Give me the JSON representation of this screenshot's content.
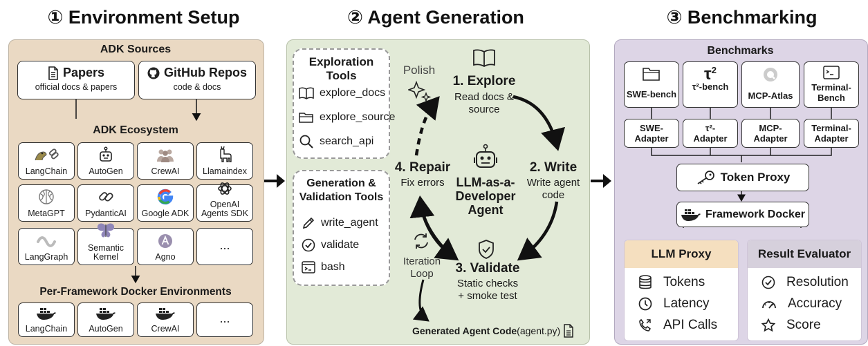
{
  "titles": {
    "env": "① Environment Setup",
    "gen": "② Agent Generation",
    "bench": "③ Benchmarking"
  },
  "env": {
    "sources_heading": "ADK Sources",
    "papers": {
      "title": "Papers",
      "sub": "official docs & papers"
    },
    "github": {
      "title": "GitHub Repos",
      "sub": "code & docs"
    },
    "ecosystem_heading": "ADK Ecosystem",
    "frameworks": [
      {
        "label": "LangChain",
        "icon": "parrot-link-icon"
      },
      {
        "label": "AutoGen",
        "icon": "robot-icon"
      },
      {
        "label": "CrewAI",
        "icon": "people-icon"
      },
      {
        "label": "Llamaindex",
        "icon": "llama-icon"
      },
      {
        "label": "MetaGPT",
        "icon": "brain-icon"
      },
      {
        "label": "PydanticAI",
        "icon": "chain-link-icon"
      },
      {
        "label": "Google ADK",
        "icon": "google-g-icon"
      },
      {
        "label": "OpenAI\nAgents SDK",
        "icon": "openai-knot-icon"
      },
      {
        "label": "LangGraph",
        "icon": "graph-loop-icon"
      },
      {
        "label": "Semantic\nKernel",
        "icon": "butterfly-icon"
      },
      {
        "label": "Agno",
        "icon": "agno-a-icon"
      },
      {
        "label": "...",
        "icon": ""
      }
    ],
    "docker_heading": "Per-Framework Docker Environments",
    "dockers": [
      "LangChain",
      "AutoGen",
      "CrewAI",
      "..."
    ]
  },
  "gen": {
    "exploration_title": "Exploration\nTools",
    "exploration_tools": [
      "explore_docs",
      "explore_source",
      "search_api"
    ],
    "genval_title": "Generation &\nValidation Tools",
    "genval_tools": [
      "write_agent",
      "validate",
      "bash"
    ],
    "polish": "Polish",
    "explore": {
      "title": "1. Explore",
      "sub": "Read docs &\nsource"
    },
    "write": {
      "title": "2. Write",
      "sub": "Write agent\ncode"
    },
    "validate": {
      "title": "3. Validate",
      "sub": "Static checks\n+ smoke test"
    },
    "repair": {
      "title": "4. Repair",
      "sub": "Fix errors"
    },
    "center": "LLM-as-a-\nDeveloper\nAgent",
    "iteration": "Iteration\nLoop",
    "output_bold": "Generated Agent Code",
    "output_file": " (agent.py)"
  },
  "bench": {
    "heading": "Benchmarks",
    "benchmarks": [
      "SWE-bench",
      "τ²-bench",
      "MCP-Atlas",
      "Terminal-\nBench"
    ],
    "tau_symbol": "τ",
    "tau_sup": "2",
    "adapters": [
      "SWE-\nAdapter",
      "τ²-\nAdapter",
      "MCP-\nAdapter",
      "Terminal-\nAdapter"
    ],
    "token_proxy": "Token Proxy",
    "framework_docker": "Framework Docker",
    "llm_proxy": {
      "title": "LLM Proxy",
      "items": [
        "Tokens",
        "Latency",
        "API Calls"
      ]
    },
    "evaluator": {
      "title": "Result Evaluator",
      "items": [
        "Resolution",
        "Accuracy",
        "Score"
      ]
    }
  },
  "colors": {
    "env_panel": "#ead9c3",
    "gen_panel": "#e2ead7",
    "bench_panel": "#ddd5e6",
    "llm_header": "#f5dfbf",
    "eval_header": "#d6d0dc"
  }
}
